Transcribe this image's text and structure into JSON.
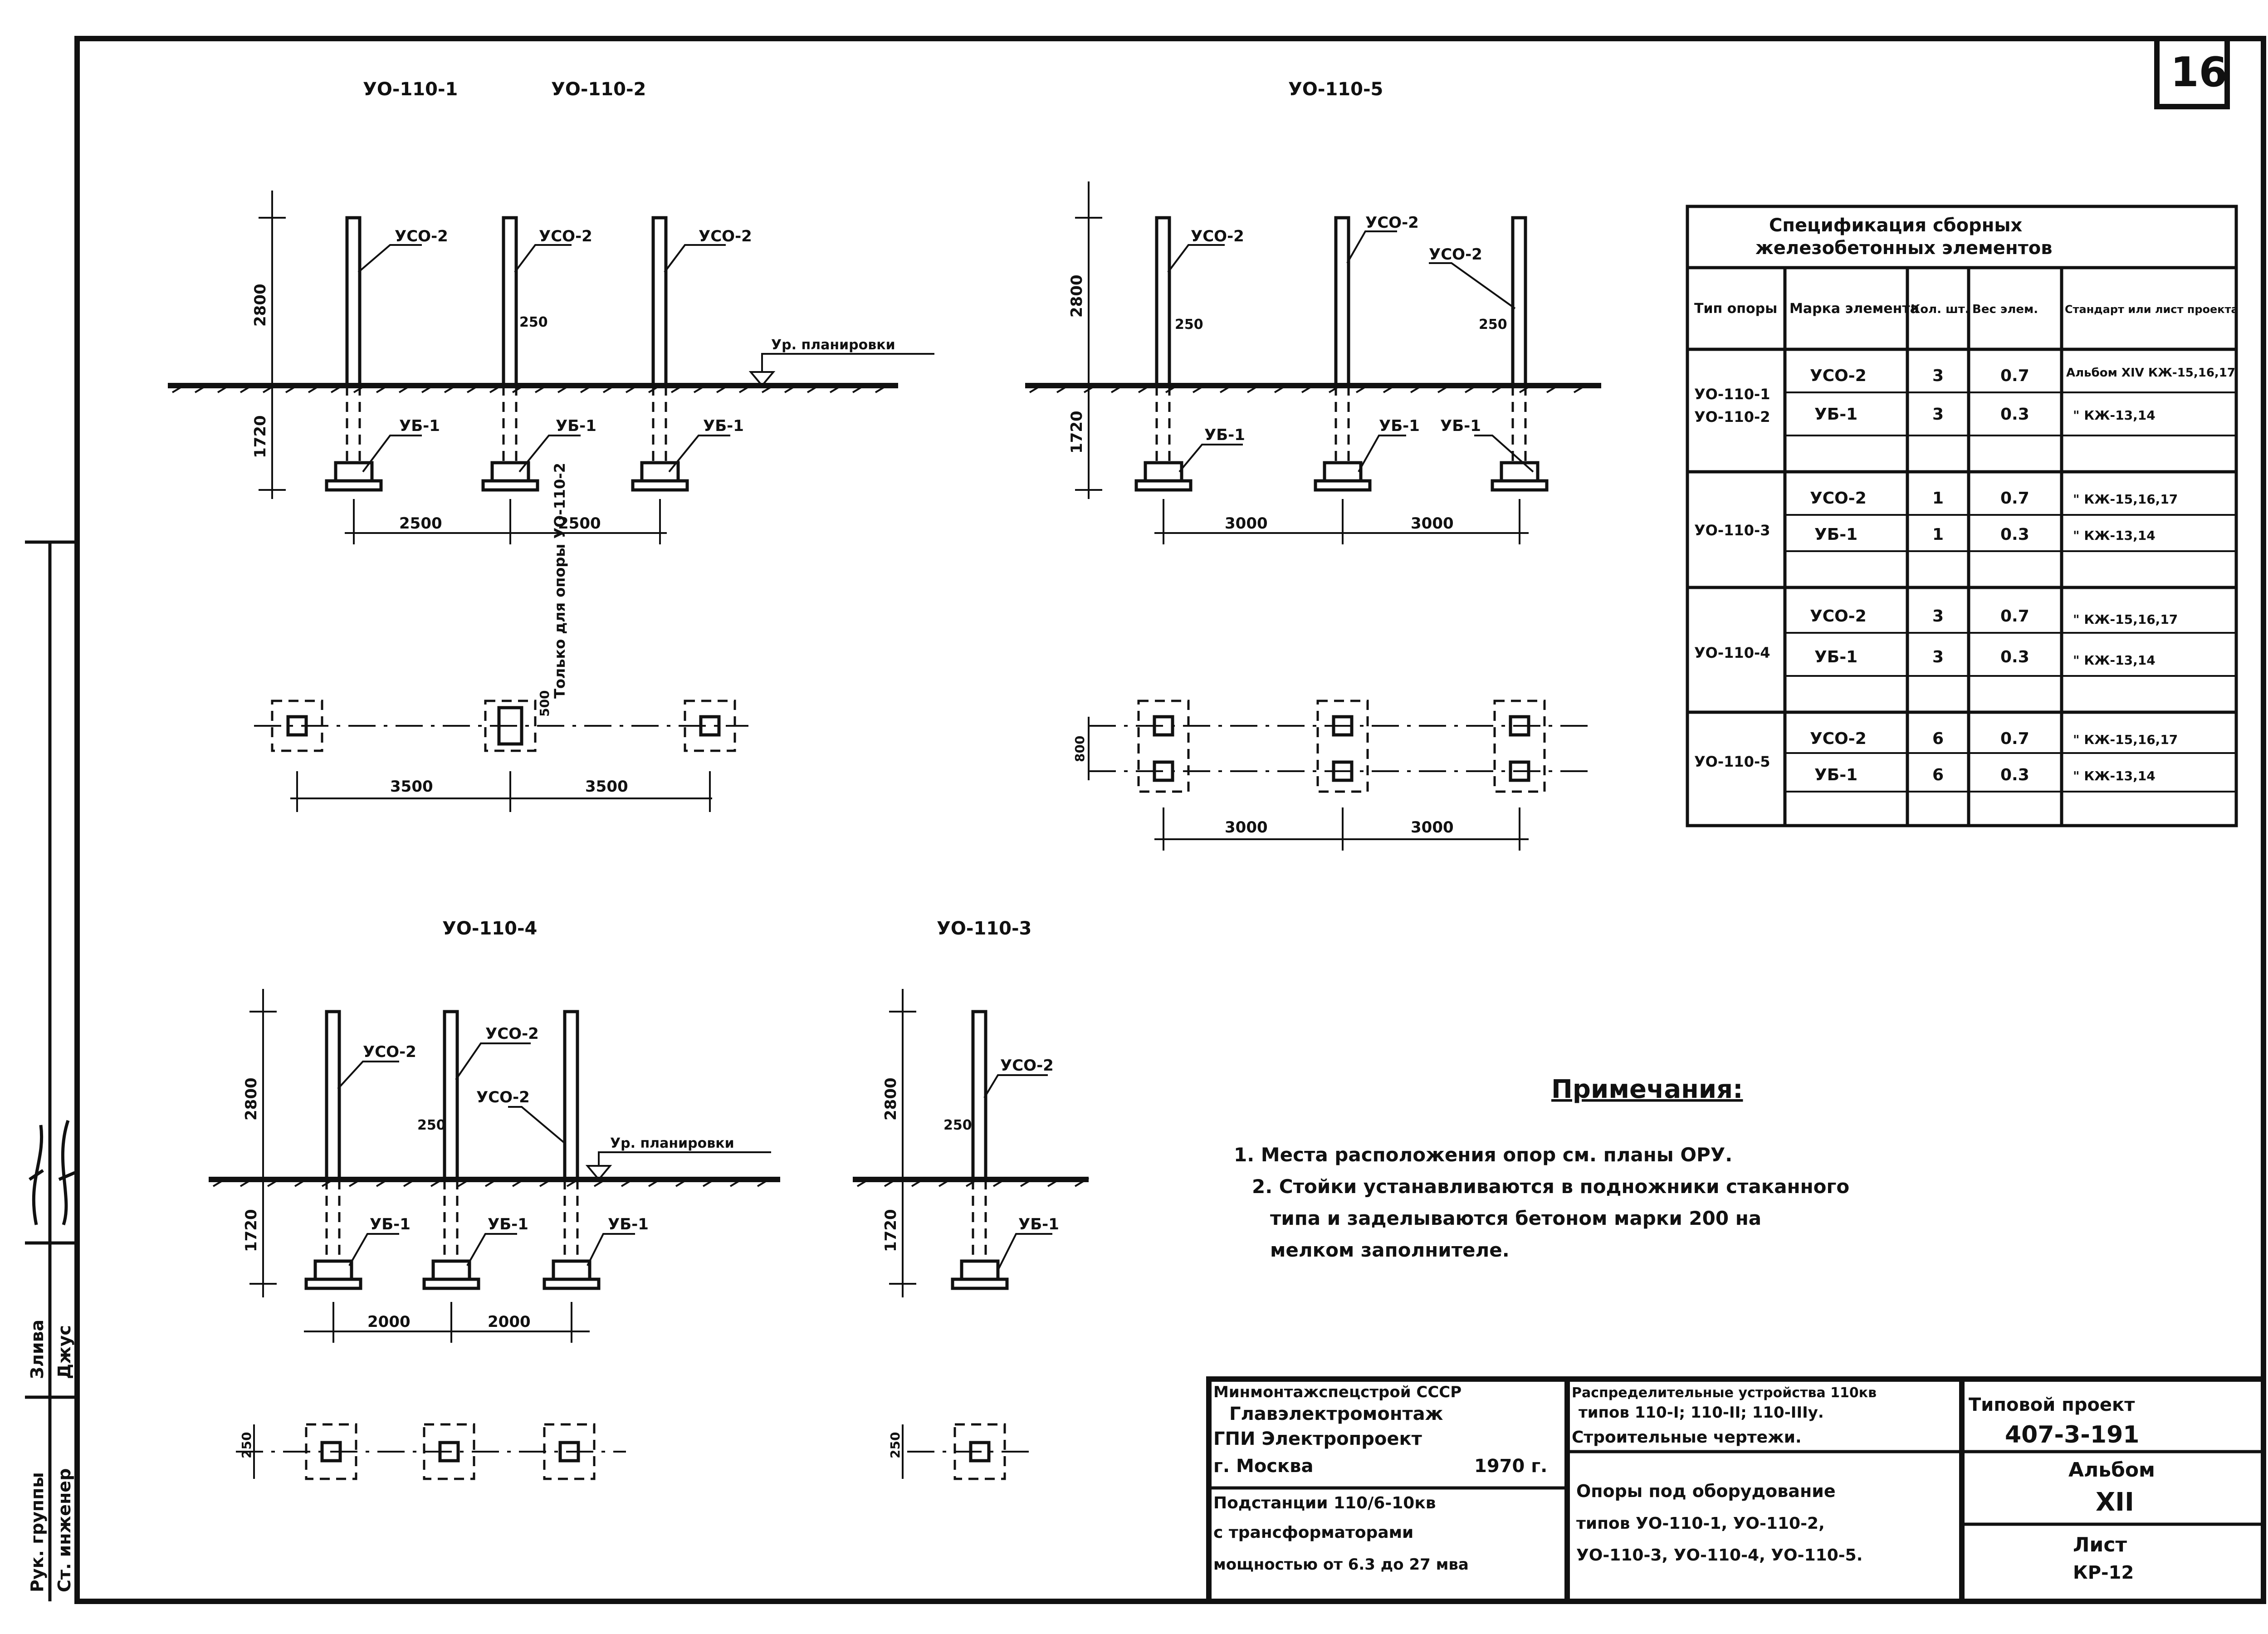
{
  "sheet": {
    "number": "16"
  },
  "views": {
    "top_left": {
      "title_a": "УО-110-1",
      "title_b": "УО-110-2"
    },
    "top_right": {
      "title": "УО-110-5"
    },
    "bottom_left": {
      "title": "УО-110-4"
    },
    "bottom_mid": {
      "title": "УО-110-3"
    }
  },
  "labels": {
    "column": "УСО-2",
    "base": "УБ-1",
    "ground": "Ур. планировки",
    "only_for": "Только для опоры УО-110-2"
  },
  "dims": {
    "h_above": "2800",
    "h_below": "1720",
    "offset": "250",
    "span_2500": "2500",
    "span_3000": "3000",
    "span_3500": "3500",
    "span_2000": "2000",
    "width_800": "800",
    "width_500": "500"
  },
  "spec_table": {
    "title_line1": "Спецификация сборных",
    "title_line2": "железобетонных элементов",
    "headers": [
      "Тип опоры",
      "Марка элемента",
      "Кол. шт.",
      "Вес элем.",
      "Стандарт или лист проекта"
    ],
    "groups": [
      {
        "type": "УО-110-1\nУО-110-2",
        "rows": [
          {
            "mark": "УСО-2",
            "qty": "3",
            "weight": "0.7",
            "std": "Альбом XIV КЖ-15,16,17"
          },
          {
            "mark": "УБ-1",
            "qty": "3",
            "weight": "0.3",
            "std": "\" КЖ-13,14"
          }
        ]
      },
      {
        "type": "УО-110-3",
        "rows": [
          {
            "mark": "УСО-2",
            "qty": "1",
            "weight": "0.7",
            "std": "\" КЖ-15,16,17"
          },
          {
            "mark": "УБ-1",
            "qty": "1",
            "weight": "0.3",
            "std": "\" КЖ-13,14"
          }
        ]
      },
      {
        "type": "УО-110-4",
        "rows": [
          {
            "mark": "УСО-2",
            "qty": "3",
            "weight": "0.7",
            "std": "\" КЖ-15,16,17"
          },
          {
            "mark": "УБ-1",
            "qty": "3",
            "weight": "0.3",
            "std": "\" КЖ-13,14"
          }
        ]
      },
      {
        "type": "УО-110-5",
        "rows": [
          {
            "mark": "УСО-2",
            "qty": "6",
            "weight": "0.7",
            "std": "\" КЖ-15,16,17"
          },
          {
            "mark": "УБ-1",
            "qty": "6",
            "weight": "0.3",
            "std": "\" КЖ-13,14"
          }
        ]
      }
    ]
  },
  "notes": {
    "title": "Примечания:",
    "items": [
      "1. Места расположения опор см. планы ОРУ.",
      "2. Стойки устанавливаются в подножники стаканного",
      "типа     и заделываются бетоном марки 200 на",
      "мелком заполнителе."
    ]
  },
  "title_block": {
    "org": [
      "Минмонтажспецстрой СССР",
      "Главэлектромонтаж",
      "ГПИ Электропроект",
      "г. Москва"
    ],
    "year": "1970 г.",
    "object": [
      "Подстанции 110/6-10кв",
      "с трансформаторами",
      "мощностью от 6.3 до 27 мва"
    ],
    "section": [
      "Распределительные устройства 110кв",
      "типов 110-I; 110-II; 110-IIIу.",
      "Строительные чертежи."
    ],
    "drawing": [
      "Опоры под оборудование",
      "типов УО-110-1, УО-110-2,",
      "УО-110-3, УО-110-4, УО-110-5."
    ],
    "project_label": "Типовой проект",
    "project_no": "407-3-191",
    "album_label": "Альбом",
    "album_no": "XII",
    "sheet_label": "Лист",
    "sheet_code": "КР-12"
  },
  "side_stamp": {
    "rows": [
      {
        "role": "Рук. группы",
        "name": "Злива"
      },
      {
        "role": "Ст. инженер",
        "name": "Джус"
      }
    ]
  }
}
